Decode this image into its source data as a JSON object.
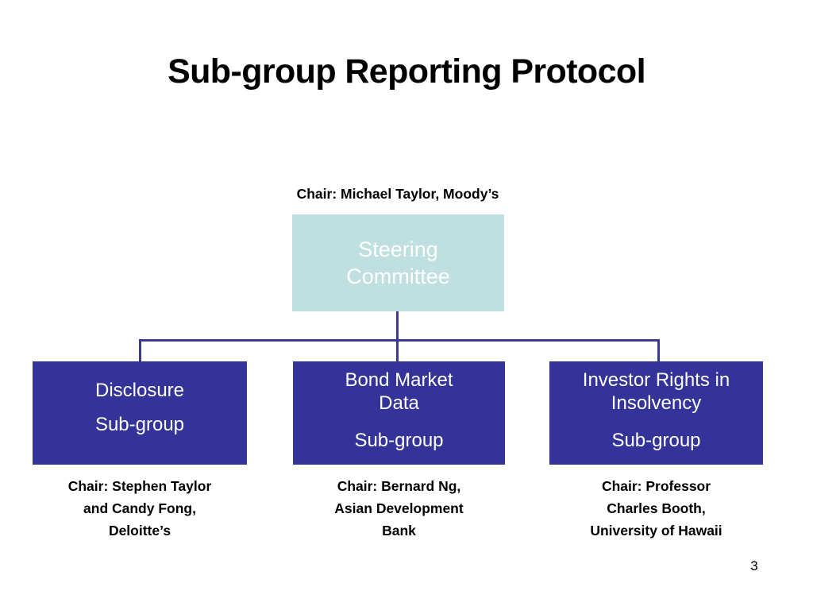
{
  "slide": {
    "title": "Sub-group Reporting Protocol",
    "page_number": "3",
    "background_color": "#ffffff"
  },
  "colors": {
    "steering_box": "#bfdfe0",
    "sub_group_box": "#33339a",
    "connector_line": "#3a3a96",
    "box_text": "#ffffff",
    "caption_text": "#000000"
  },
  "chart_data": {
    "type": "diagram",
    "diagram_type": "organization-chart",
    "title": "Sub-group Reporting Protocol",
    "root": {
      "id": "steering-committee",
      "label_lines": [
        "Steering",
        "Committee"
      ],
      "chair": "Chair: Michael Taylor, Moody’s",
      "fill": "#bfdfe0"
    },
    "children": [
      {
        "id": "disclosure-sub-group",
        "title_lines": [
          "Disclosure"
        ],
        "sub_label": "Sub-group",
        "chair_lines": [
          "Chair: Stephen Taylor",
          "and Candy Fong,",
          "Deloitte’s"
        ],
        "fill": "#33339a"
      },
      {
        "id": "bond-market-data-sub-group",
        "title_lines": [
          "Bond Market",
          "Data"
        ],
        "sub_label": "Sub-group",
        "chair_lines": [
          "Chair: Bernard Ng,",
          "Asian Development",
          "Bank"
        ],
        "fill": "#33339a"
      },
      {
        "id": "investor-rights-insolvency-sub-group",
        "title_lines": [
          "Investor Rights in",
          "Insolvency"
        ],
        "sub_label": "Sub-group",
        "chair_lines": [
          "Chair: Professor",
          "Charles Booth,",
          "University of Hawaii"
        ],
        "fill": "#33339a"
      }
    ]
  },
  "top_chair": "Chair: Michael Taylor, Moody’s",
  "steering": {
    "line1": "Steering",
    "line2": "Committee"
  },
  "disclosure": {
    "title1": "Disclosure",
    "sub_label": "Sub-group",
    "chair1": "Chair: Stephen Taylor",
    "chair2": "and Candy Fong,",
    "chair3": "Deloitte’s"
  },
  "bond": {
    "title1": "Bond Market",
    "title2": "Data",
    "sub_label": "Sub-group",
    "chair1": "Chair: Bernard Ng,",
    "chair2": "Asian Development",
    "chair3": "Bank"
  },
  "investor": {
    "title1": "Investor Rights in",
    "title2": "Insolvency",
    "sub_label": "Sub-group",
    "chair1": "Chair: Professor",
    "chair2": "Charles Booth,",
    "chair3": "University of Hawaii"
  }
}
